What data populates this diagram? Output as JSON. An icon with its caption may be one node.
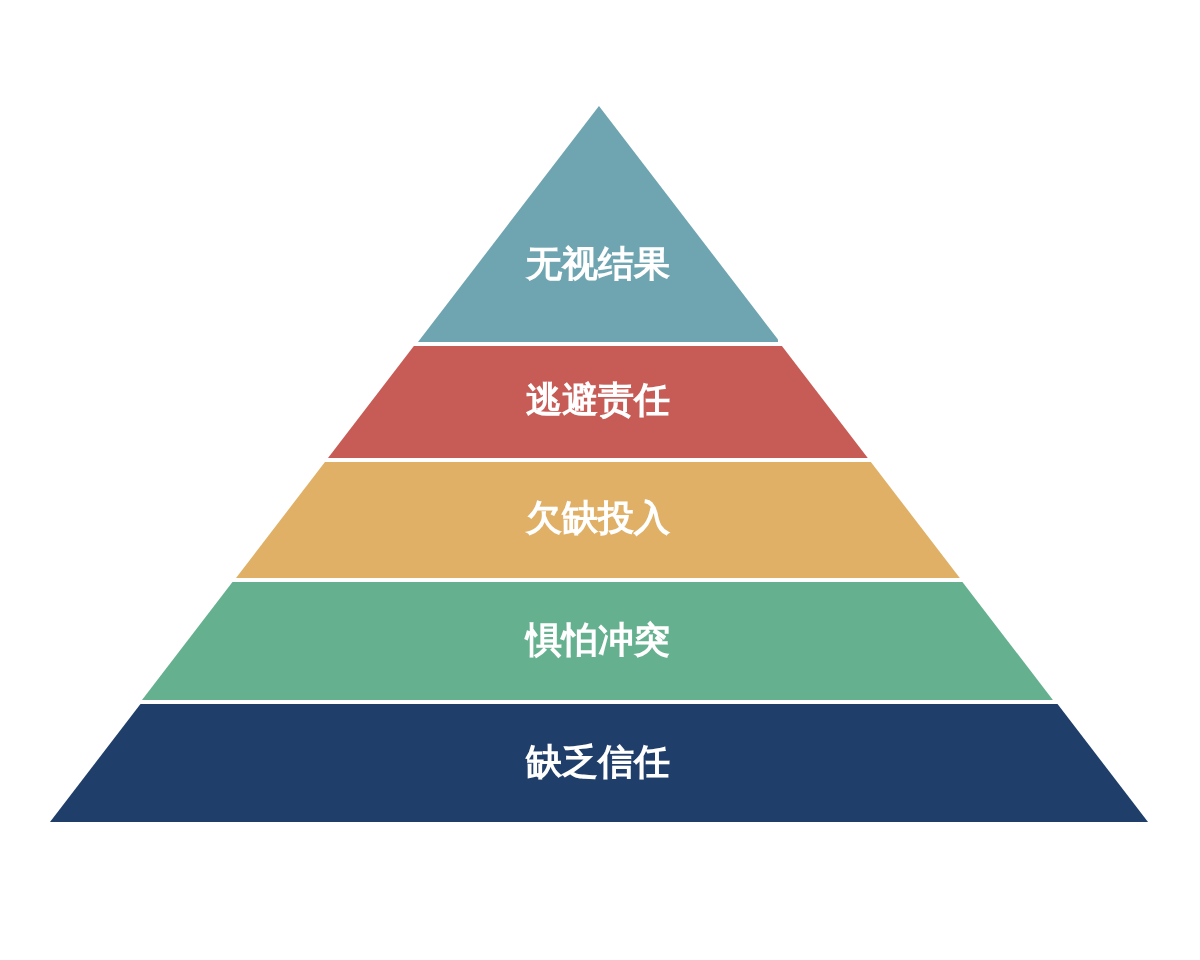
{
  "diagram": {
    "nodes": [
      {
        "text": [
          "无视结果"
        ]
      },
      {
        "text": [
          "逃避责任"
        ]
      },
      {
        "text": [
          "欠缺投入"
        ]
      },
      {
        "text": [
          "惧怕冲突"
        ]
      },
      {
        "text": [
          "缺乏信任"
        ]
      }
    ]
  }
}
